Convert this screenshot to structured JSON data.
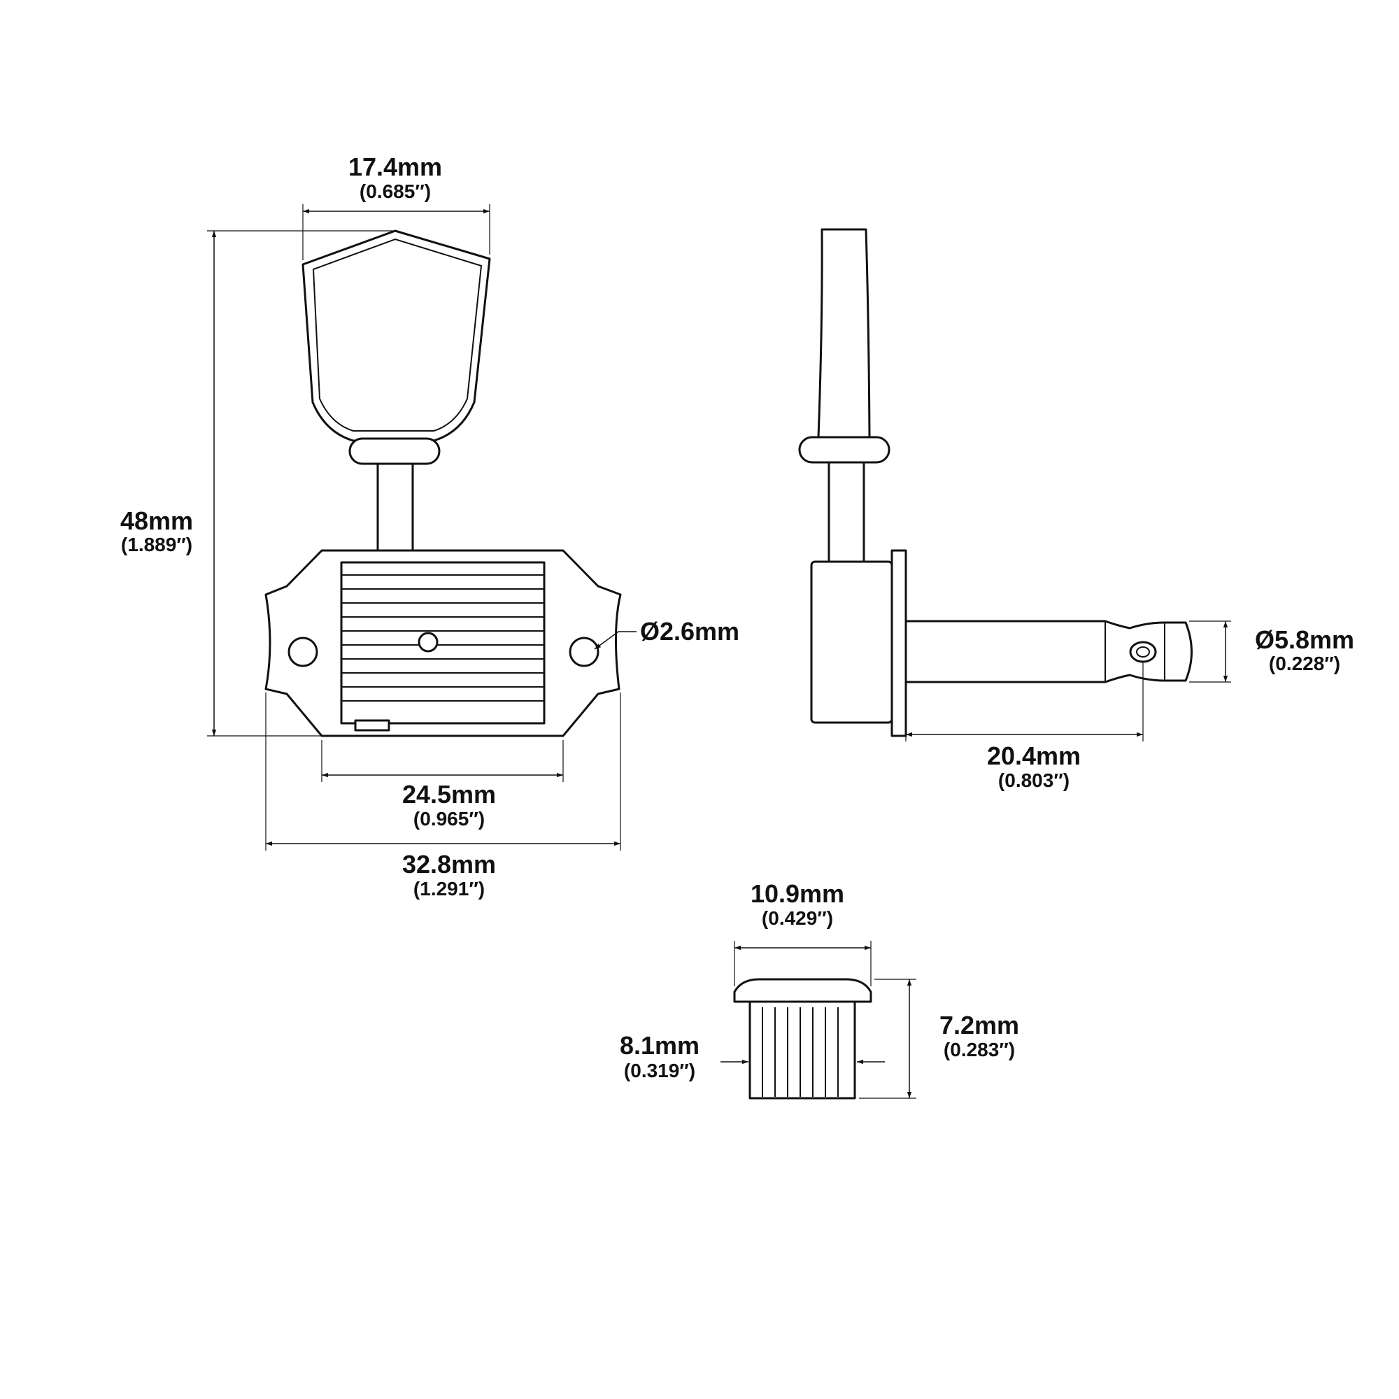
{
  "colors": {
    "line": "#111111",
    "background": "#ffffff"
  },
  "dimensions": {
    "button_width": {
      "mm": "17.4mm",
      "in": "(0.685″)"
    },
    "total_height": {
      "mm": "48mm",
      "in": "(1.889″)"
    },
    "hole_diameter": {
      "mm": "Ø2.6mm"
    },
    "hole_spacing": {
      "mm": "24.5mm",
      "in": "(0.965″)"
    },
    "plate_width": {
      "mm": "32.8mm",
      "in": "(1.291″)"
    },
    "post_diameter": {
      "mm": "Ø5.8mm",
      "in": "(0.228″)"
    },
    "post_length": {
      "mm": "20.4mm",
      "in": "(0.803″)"
    },
    "bushing_flange": {
      "mm": "10.9mm",
      "in": "(0.429″)"
    },
    "bushing_height": {
      "mm": "7.2mm",
      "in": "(0.283″)"
    },
    "bushing_shaft": {
      "mm": "8.1mm",
      "in": "(0.319″)"
    }
  }
}
